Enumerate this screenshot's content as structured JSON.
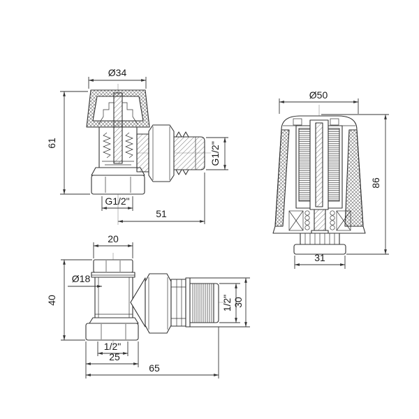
{
  "canvas": {
    "background": "#ffffff",
    "line_color": "#333333"
  },
  "valve_top": {
    "dim_cap_diameter": "Ø34",
    "dim_height": "61",
    "dim_bottom_thread": "G1/2\"",
    "dim_side_thread": "G1/2\"",
    "dim_length": "51"
  },
  "head": {
    "dim_diameter": "Ø50",
    "dim_height": "86",
    "dim_connection": "31"
  },
  "valve_bottom": {
    "dim_cap_width": "20",
    "dim_body_diameter": "Ø18",
    "dim_height": "40",
    "dim_bottom_thread": "1/2\"",
    "dim_nut_width": "25",
    "dim_length": "65",
    "dim_side_thread": "1/2\"",
    "dim_union_od": "30"
  }
}
